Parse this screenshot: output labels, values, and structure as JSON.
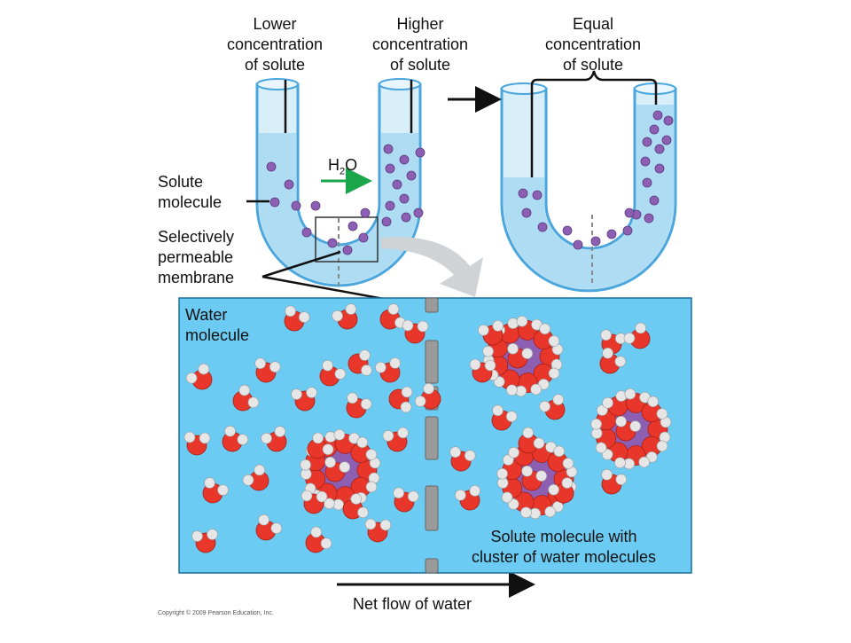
{
  "labels": {
    "lower": [
      "Lower",
      "concentration",
      "of solute"
    ],
    "higher": [
      "Higher",
      "concentration",
      "of solute"
    ],
    "equal": [
      "Equal",
      "concentration",
      "of solute"
    ],
    "solute_molecule": [
      "Solute",
      "molecule"
    ],
    "membrane": [
      "Selectively",
      "permeable",
      "membrane"
    ],
    "water_molecule": [
      "Water",
      "molecule"
    ],
    "cluster": [
      "Solute molecule with",
      "cluster of water molecules"
    ],
    "net_flow": "Net flow of water",
    "h2o_main": "H",
    "h2o_sub": "2",
    "h2o_end": "O",
    "copyright": "Copyright © 2009 Pearson Education, Inc."
  },
  "colors": {
    "water": "#bfe6f7",
    "tube": "#4aa6dc",
    "panel": "#6ccbf2",
    "solute": "#8d5fb3",
    "oxygen": "#e8362a",
    "hydrogen": "#e6e6e6",
    "membrane": "#9a9a9a",
    "flow_arrow": "#1aa64b"
  }
}
